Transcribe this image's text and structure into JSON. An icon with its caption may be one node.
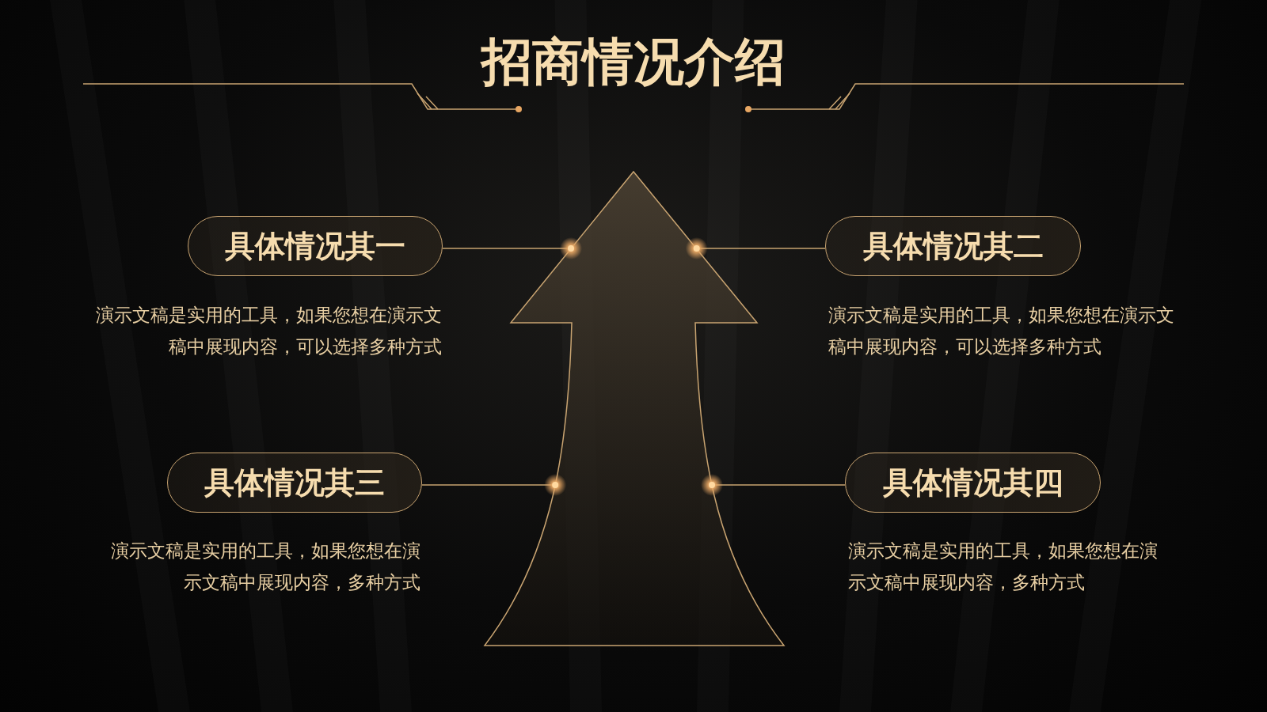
{
  "diagram": {
    "title": "招商情况介绍",
    "nodes": [
      {
        "text": [
          "具体情况其一"
        ],
        "beside": [
          "演示文稿是实用的工具，如果您想在演示文稿中展现内容，可以选择多种方式"
        ]
      },
      {
        "text": [
          "具体情况其二"
        ],
        "beside": [
          "演示文稿是实用的工具，如果您想在演示文稿中展现内容，可以选择多种方式"
        ]
      },
      {
        "text": [
          "具体情况其三"
        ],
        "beside": [
          "演示文稿是实用的工具，如果您想在演示文稿中展现内容，多种方式"
        ]
      },
      {
        "text": [
          "具体情况其四"
        ],
        "beside": [
          "演示文稿是实用的工具，如果您想在演示文稿中展现内容，多种方式"
        ]
      },
      {
        "text": [],
        "shape": "arrow"
      }
    ],
    "edges": [
      {
        "from": 0,
        "to": 4,
        "arrow": "other"
      },
      {
        "from": 1,
        "to": 4,
        "arrow": "other"
      },
      {
        "from": 2,
        "to": 4,
        "arrow": "other"
      },
      {
        "from": 3,
        "to": 4,
        "arrow": "other"
      }
    ]
  }
}
